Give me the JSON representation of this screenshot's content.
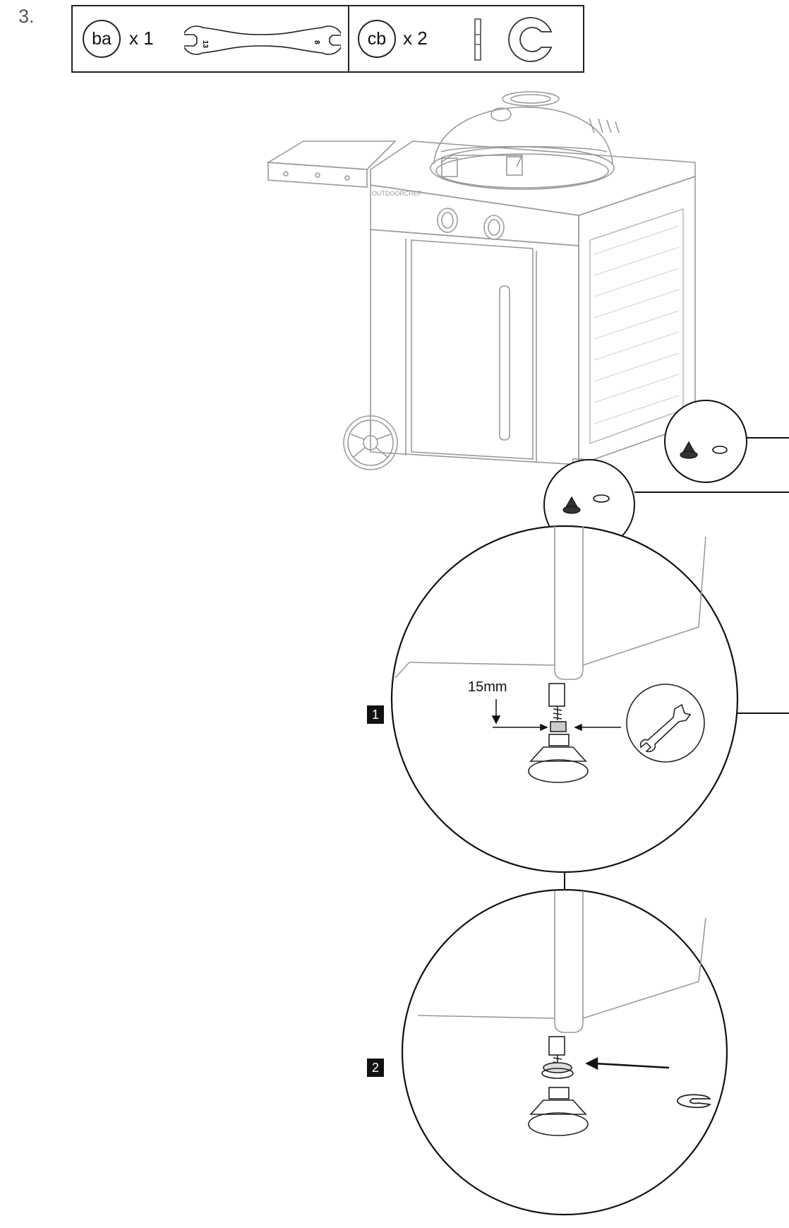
{
  "step": {
    "number": "3."
  },
  "parts": [
    {
      "code": "ba",
      "qty": "x 1",
      "icon": "double-open-end-wrench-icon",
      "marks": [
        "13",
        "8"
      ]
    },
    {
      "code": "cb",
      "qty": "x 2",
      "icon": "c-clip-washer-icon"
    }
  ],
  "brand_text": "OUTDOORCHEF",
  "details": [
    {
      "badge": "1",
      "dimension": "15mm",
      "tool_icon": "wrench-icon"
    },
    {
      "badge": "2",
      "part_icon": "c-clip-washer-icon"
    }
  ]
}
